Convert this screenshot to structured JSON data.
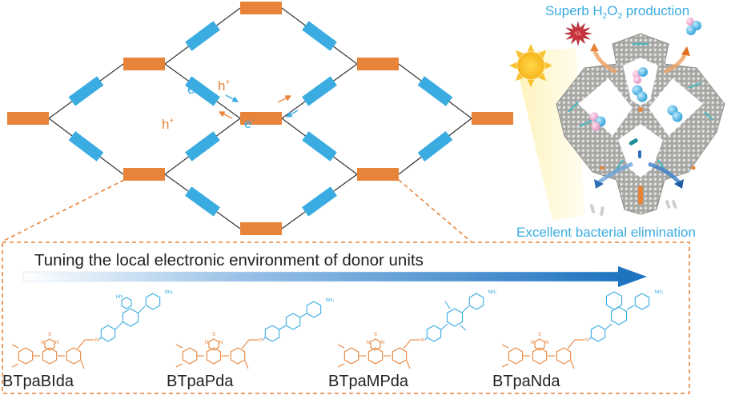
{
  "colors": {
    "acceptor": "#e8843a",
    "donor": "#3aace2",
    "linker": "#333333",
    "title_blue": "#3aace2",
    "arrow_blue": "#1f74c0",
    "star_red": "#c8343c",
    "sun": "#f9c22e",
    "label_dark": "#222222"
  },
  "network": {
    "charge_labels": {
      "e_left": "e",
      "e_left_sup": "-",
      "h_left": "h",
      "h_left_sup": "+",
      "h_right": "h",
      "h_right_sup": "+",
      "e_right": "e",
      "e_right_sup": "-"
    }
  },
  "illustration": {
    "title_top": {
      "pre": "Superb H",
      "sub1": "2",
      "mid": "O",
      "sub2": "2",
      "post": " production"
    },
    "title_bottom": "Excellent bacterial elimination",
    "star_label": "¹O₂"
  },
  "panel": {
    "heading": "Tuning the local electronic environment of donor units",
    "molecules": [
      {
        "name": "BTpaBIda"
      },
      {
        "name": "BTpaPda"
      },
      {
        "name": "BTpaMPda"
      },
      {
        "name": "BTpaNda"
      }
    ],
    "atom_labels": {
      "s": "S",
      "n": "N",
      "nh2": "NH₂",
      "hn": "HN"
    }
  }
}
